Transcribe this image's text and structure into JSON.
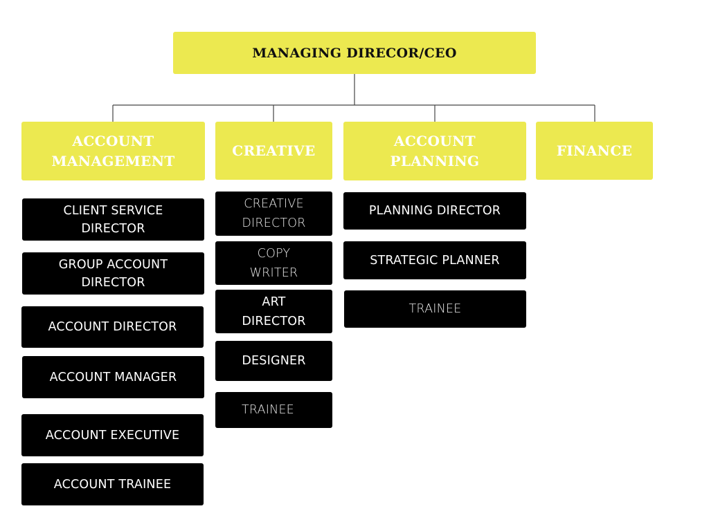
{
  "colors": {
    "department_fill": "#ece950",
    "role_fill": "#000000",
    "connector": "#444444"
  },
  "ceo": {
    "label": "MANAGING DIRECOR/CEO"
  },
  "departments": [
    {
      "label": "ACCOUNT MANAGEMENT",
      "roles": [
        "CLIENT SERVICE DIRECTOR",
        "GROUP ACCOUNT DIRECTOR",
        "ACCOUNT DIRECTOR",
        "ACCOUNT MANAGER",
        "ACCOUNT EXECUTIVE",
        "ACCOUNT TRAINEE"
      ]
    },
    {
      "label": "CREATIVE",
      "roles": [
        "CREATIVE DIRECTOR",
        "COPY WRITER",
        "ART DIRECTOR",
        "DESIGNER",
        "TRAINEE"
      ]
    },
    {
      "label": "ACCOUNT PLANNING",
      "roles": [
        "PLANNING DIRECTOR",
        "STRATEGIC PLANNER",
        "TRAINEE"
      ]
    },
    {
      "label": "FINANCE",
      "roles": []
    }
  ]
}
